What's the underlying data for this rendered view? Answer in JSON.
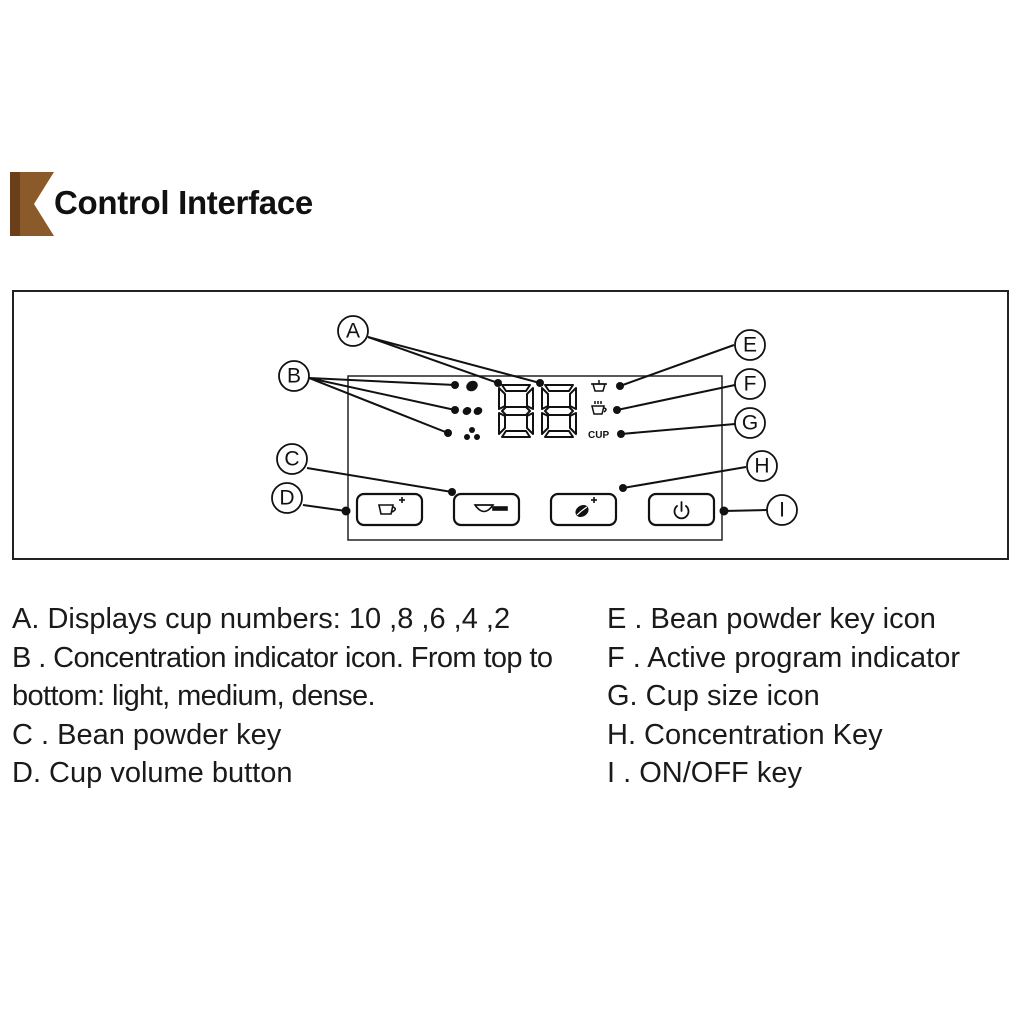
{
  "header": {
    "title": "Control Interface",
    "badge_color": "#8a5a2b",
    "badge_color_dark": "#6b3f1a"
  },
  "display": {
    "digits": "88"
  },
  "callouts": [
    "A",
    "B",
    "C",
    "D",
    "E",
    "F",
    "G",
    "H",
    "I"
  ],
  "indicators": {
    "cup_label": "CUP"
  },
  "buttons": [
    {
      "id": "cup-volume",
      "icon": "cup-plus-icon"
    },
    {
      "id": "bean-powder",
      "icon": "scoop-icon"
    },
    {
      "id": "concentration",
      "icon": "bean-plus-icon"
    },
    {
      "id": "power",
      "icon": "power-icon"
    }
  ],
  "legend": {
    "left": [
      {
        "letter": "A.",
        "text": " Displays cup numbers: 10 ,8 ,6 ,4 ,2"
      },
      {
        "letter": "B .",
        "text": " Concentration indicator icon. From top to bottom: light, medium, dense."
      },
      {
        "letter": "C .",
        "text": " Bean powder key"
      },
      {
        "letter": "D.",
        "text": " Cup volume button"
      }
    ],
    "right": [
      {
        "letter": "E .",
        "text": " Bean powder key icon"
      },
      {
        "letter": "F .",
        "text": " Active program indicator"
      },
      {
        "letter": "G.",
        "text": " Cup size icon"
      },
      {
        "letter": "H.",
        "text": " Concentration Key"
      },
      {
        "letter": "I  .",
        "text": " ON/OFF key"
      }
    ]
  }
}
